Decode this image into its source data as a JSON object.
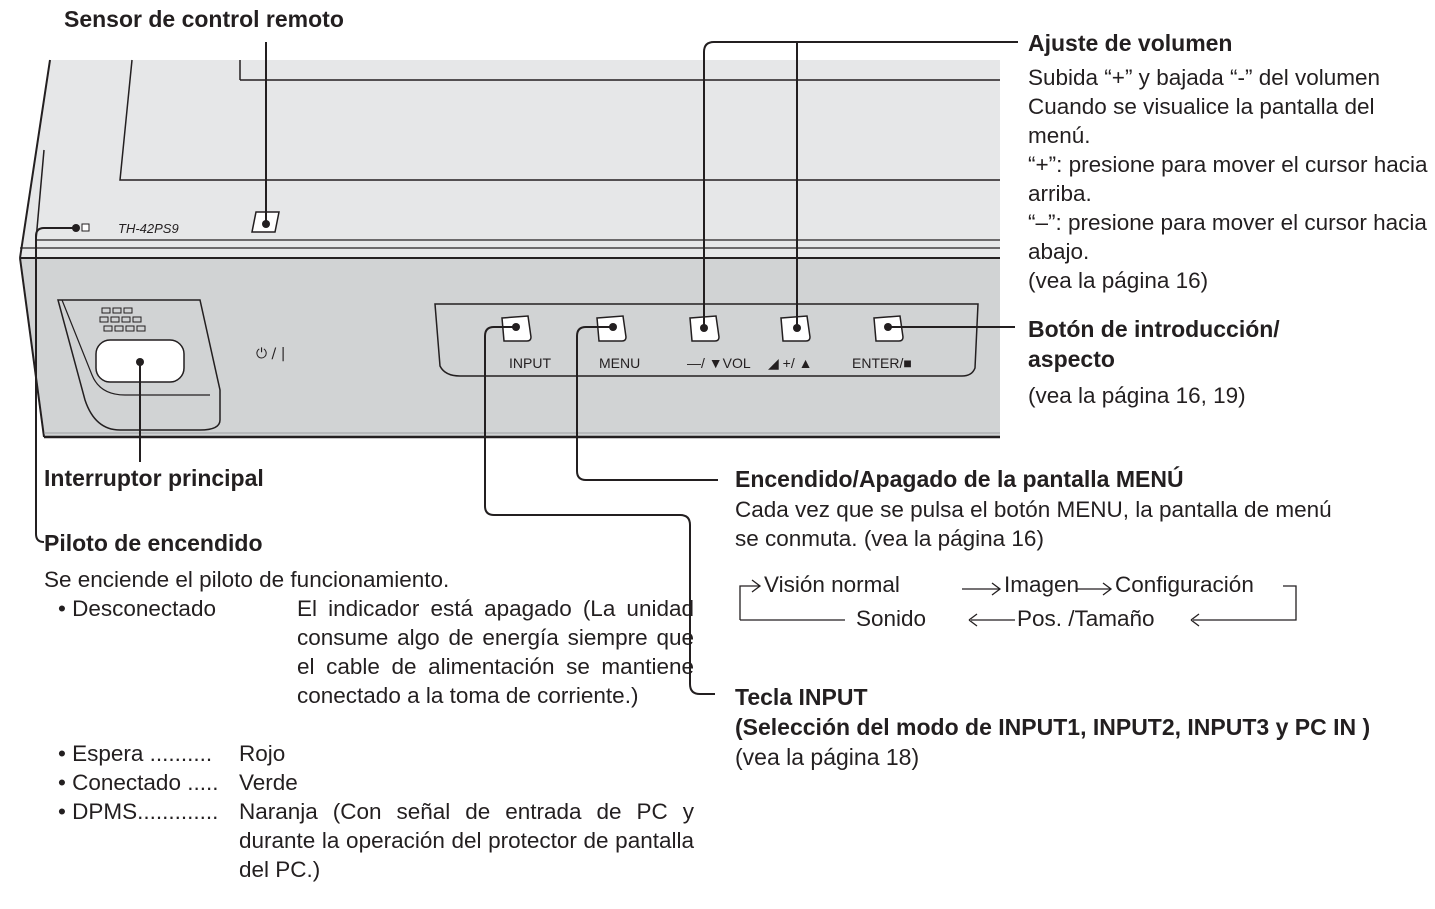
{
  "device": {
    "model": "TH-42PS9",
    "power_symbol": "⏻ / |",
    "buttons": {
      "input": "INPUT",
      "menu": "MENU",
      "vol_minus": "—/ ▼VOL",
      "vol_plus": "◢ +/ ▲",
      "enter": "ENTER/■"
    }
  },
  "labels": {
    "remote_sensor": "Sensor de control remoto",
    "main_switch": "Interruptor principal",
    "power_indicator": {
      "title": "Piloto de encendido",
      "desc": "Se enciende el piloto de funcionamiento.",
      "states": [
        {
          "name": "• Desconectado",
          "value": "El indicador está apagado (La unidad consume algo de energía siempre que el cable de alimentación se mantiene conectado a la toma de corriente.)"
        },
        {
          "name": "• Espera ..........",
          "value": "Rojo"
        },
        {
          "name": "• Conectado .....",
          "value": "Verde"
        },
        {
          "name": "• DPMS.............",
          "value": "Naranja (Con señal de entrada de PC y durante la operación del protector de pantalla del PC.)"
        }
      ]
    },
    "volume": {
      "title": "Ajuste de volumen",
      "lines": [
        "Subida “+” y bajada “-” del volumen",
        "Cuando se visualice la pantalla del menú.",
        "“+”: presione para mover el cursor hacia arriba.",
        "“–”: presione para mover el cursor hacia abajo.",
        "(vea la página 16)"
      ]
    },
    "enter": {
      "title": "Botón de introducción/ aspecto",
      "ref": "(vea la página 16, 19)"
    },
    "menu": {
      "title": "Encendido/Apagado de la pantalla MENÚ",
      "desc": "Cada vez que se pulsa el botón MENU, la pantalla de menú se conmuta. (vea la página 16)",
      "cycle": [
        "Visión normal",
        "Imagen",
        "Configuración",
        "Pos. /Tamaño",
        "Sonido"
      ]
    },
    "input": {
      "title": "Tecla INPUT",
      "subtitle": "(Selección del modo de INPUT1, INPUT2, INPUT3 y PC IN )",
      "ref": " (vea la página 18)"
    }
  }
}
